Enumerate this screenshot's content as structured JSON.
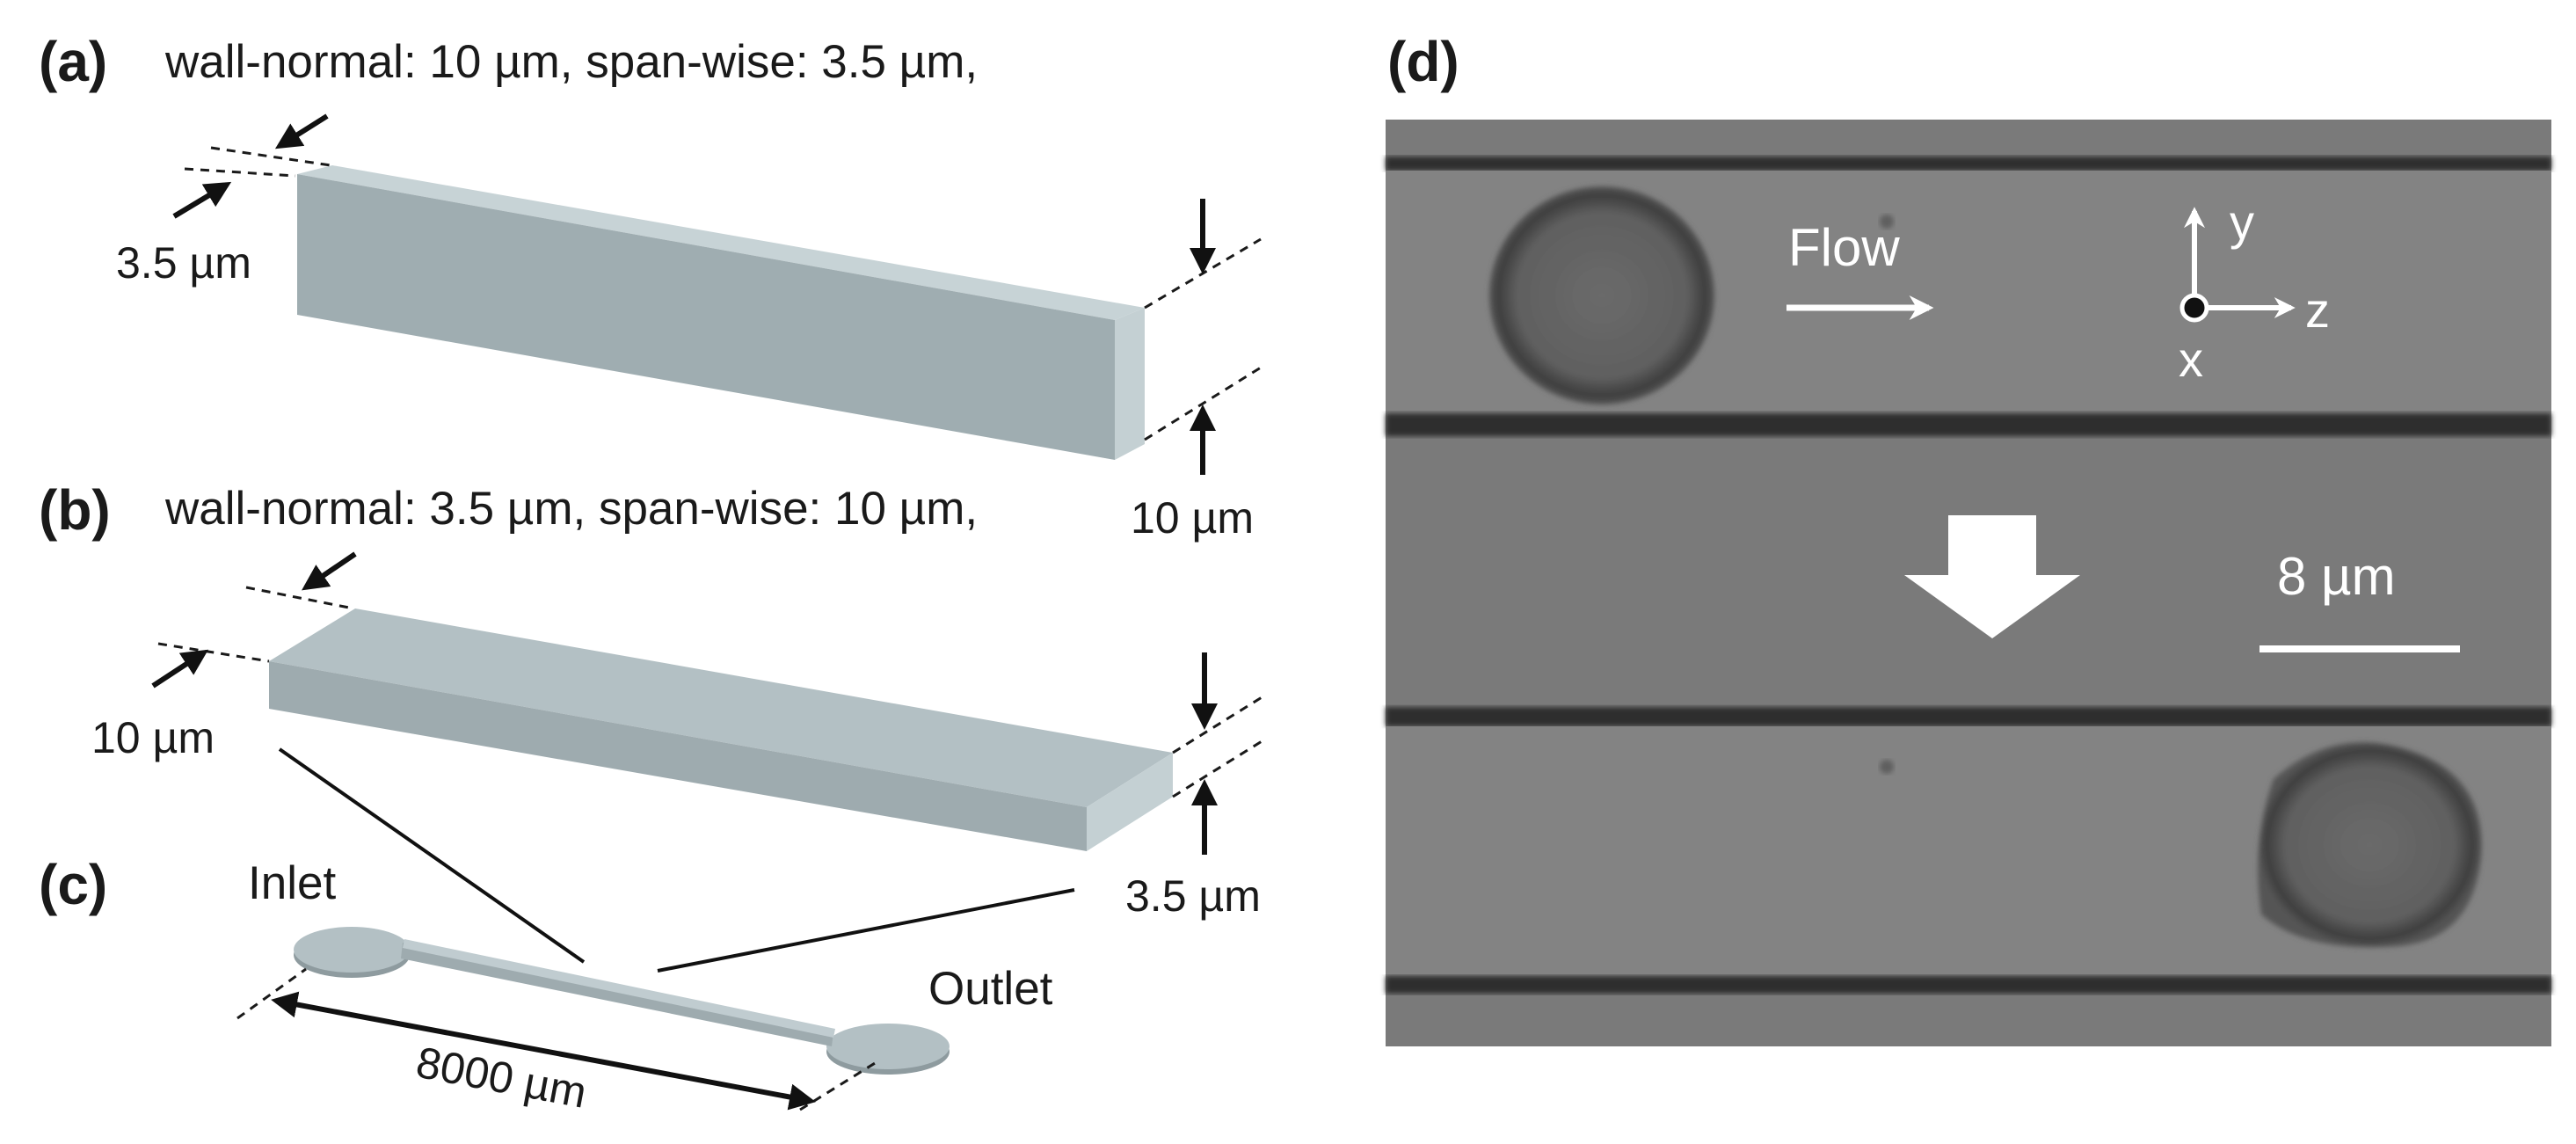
{
  "panels": {
    "a": {
      "label": "(a)",
      "caption": "wall-normal: 10 µm, span-wise: 3.5 µm,",
      "depth_dim": "3.5 µm",
      "height_dim": "10 µm"
    },
    "b": {
      "label": "(b)",
      "caption": "wall-normal: 3.5 µm, span-wise: 10 µm,",
      "depth_dim": "10 µm",
      "height_dim": "3.5 µm"
    },
    "c": {
      "label": "(c)",
      "inlet": "Inlet",
      "outlet": "Outlet",
      "length_dim": "8000 µm"
    },
    "d": {
      "label": "(d)",
      "flow_label": "Flow",
      "axis_y": "y",
      "axis_z": "z",
      "axis_x": "x",
      "scale_bar": "8 µm"
    }
  },
  "colors": {
    "channel_top": "#b3c0c4",
    "channel_front": "#9eabaf",
    "channel_side": "#c4d0d3",
    "micrograph_bg": "#7a7a7a",
    "wall_dark": "#2e2e2e"
  }
}
